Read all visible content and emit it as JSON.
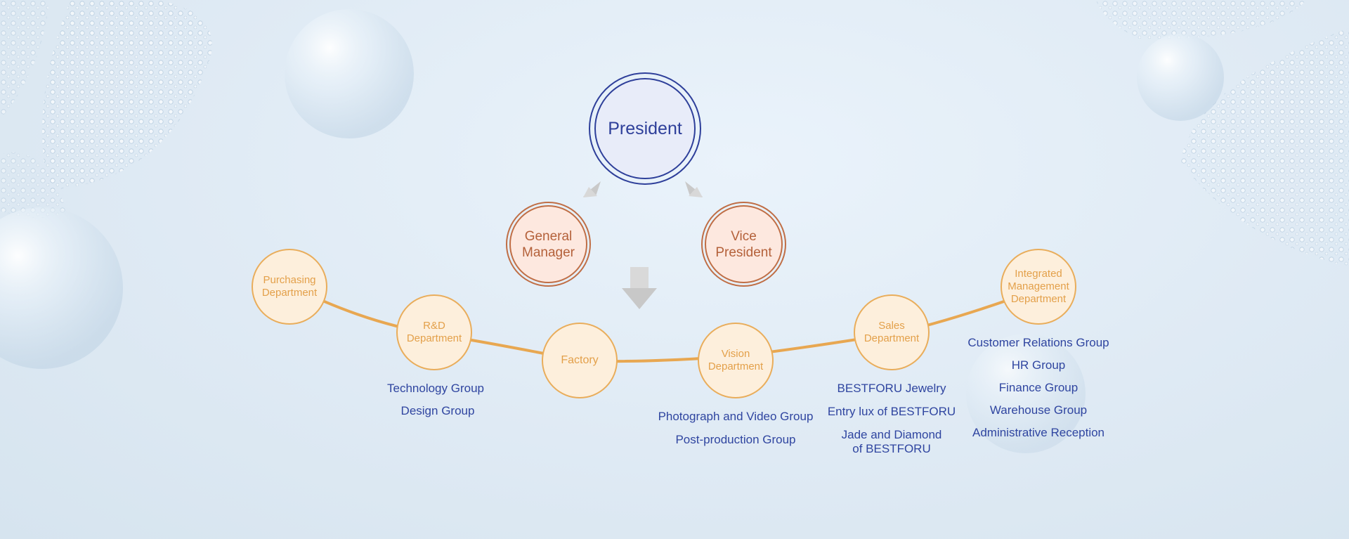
{
  "diagram": {
    "top": {
      "label": "President"
    },
    "executives": [
      {
        "id": "general-manager",
        "label_lines": [
          "General",
          "Manager"
        ]
      },
      {
        "id": "vice-president",
        "label_lines": [
          "Vice",
          "President"
        ]
      }
    ],
    "departments": [
      {
        "id": "purchasing",
        "label_lines": [
          "Purchasing",
          "Department"
        ],
        "groups": []
      },
      {
        "id": "rnd",
        "label_lines": [
          "R&D",
          "Department"
        ],
        "groups": [
          "Technology Group",
          "Design Group"
        ]
      },
      {
        "id": "factory",
        "label_lines": [
          "Factory"
        ],
        "groups": []
      },
      {
        "id": "vision",
        "label_lines": [
          "Vision",
          "Department"
        ],
        "groups": [
          "Photograph and Video Group",
          "Post-production Group"
        ]
      },
      {
        "id": "sales",
        "label_lines": [
          "Sales",
          "Department"
        ],
        "groups": [
          "BESTFORU Jewelry",
          "Entry lux of BESTFORU",
          "Jade and Diamond",
          "of BESTFORU"
        ]
      },
      {
        "id": "integrated",
        "label_lines": [
          "Integrated",
          "Management",
          "Department"
        ],
        "groups": [
          "Customer Relations Group",
          "HR Group",
          "Finance Group",
          "Warehouse Group",
          "Administrative Reception"
        ]
      }
    ]
  },
  "colors": {
    "president": "#2e3f9a",
    "executive": "#c06e45",
    "department": "#e9ad5b",
    "group_text": "#2f45a0"
  }
}
